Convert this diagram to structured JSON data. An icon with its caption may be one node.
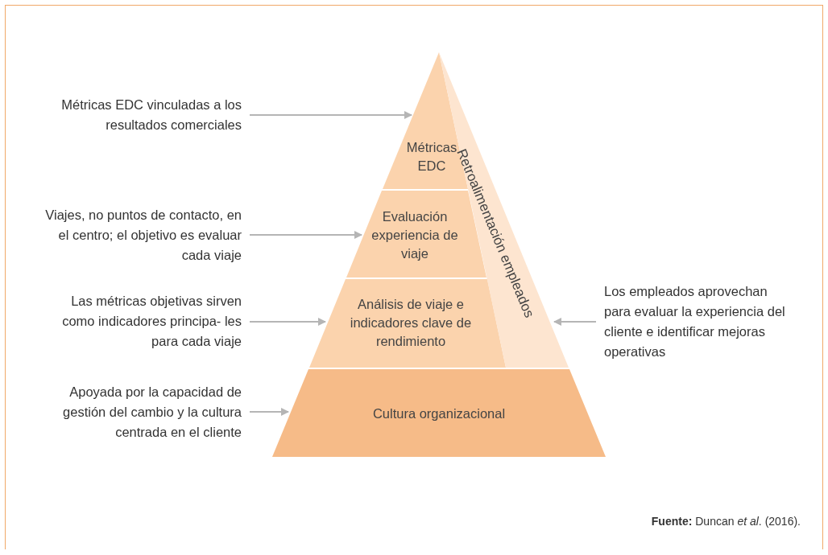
{
  "diagram": {
    "caption": "**Fuente:** Duncan *et al*. (2016).",
    "nodes": [
      {
        "text": [
          "Métricas EDC"
        ]
      },
      {
        "text": [
          "Evaluación experiencia de viaje"
        ]
      },
      {
        "text": [
          "Análisis de viaje e indicadores clave de rendimiento"
        ]
      },
      {
        "text": [
          "Cultura organizacional"
        ]
      },
      {
        "text": [
          "Retroalimentación empleados"
        ]
      },
      {
        "text": [
          "Métricas EDC vinculadas a los resultados comerciales"
        ]
      },
      {
        "text": [
          "Viajes, no puntos de contacto, en el centro; el objetivo es evaluar cada viaje"
        ]
      },
      {
        "text": [
          "Las métricas objetivas sirven como indicadores principa- les para cada viaje"
        ]
      },
      {
        "text": [
          "Apoyada por la capacidad de gestión del cambio y la cultura centrada en el cliente"
        ]
      },
      {
        "text": [
          "Los empleados aprovechan para evaluar la experiencia del cliente e identificar mejoras operativas"
        ]
      }
    ],
    "edges": [
      {
        "from": 5,
        "to": 0,
        "arrow": "to"
      },
      {
        "from": 6,
        "to": 1,
        "arrow": "to"
      },
      {
        "from": 7,
        "to": 2,
        "arrow": "to"
      },
      {
        "from": 8,
        "to": 3,
        "arrow": "to"
      },
      {
        "from": 9,
        "to": 4,
        "arrow": "to"
      }
    ]
  }
}
